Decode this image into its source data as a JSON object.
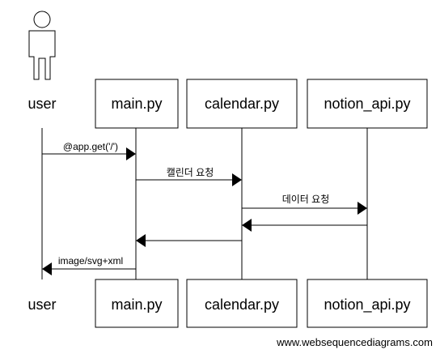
{
  "diagram": {
    "actor": {
      "label": "user"
    },
    "participants": [
      {
        "id": "main",
        "label": "main.py"
      },
      {
        "id": "calendar",
        "label": "calendar.py"
      },
      {
        "id": "notion",
        "label": "notion_api.py"
      }
    ],
    "messages": [
      {
        "from": "user",
        "to": "main",
        "label": "@app.get('/')"
      },
      {
        "from": "main",
        "to": "calendar",
        "label": "캘린더 요청"
      },
      {
        "from": "calendar",
        "to": "notion",
        "label": "데이터 요청"
      },
      {
        "from": "notion",
        "to": "calendar",
        "label": ""
      },
      {
        "from": "calendar",
        "to": "main",
        "label": ""
      },
      {
        "from": "main",
        "to": "user",
        "label": "image/svg+xml"
      }
    ],
    "watermark": "www.websequencediagrams.com"
  }
}
